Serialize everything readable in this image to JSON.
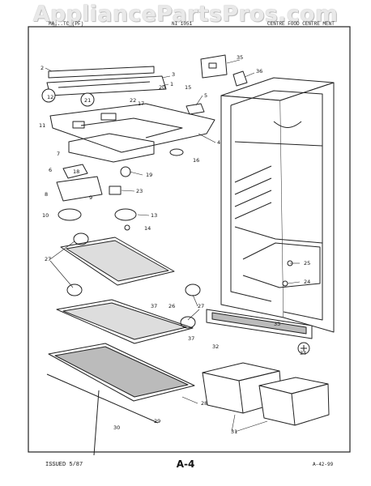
{
  "watermark": "AppliancePartsPros.com",
  "header": {
    "left": "MA...TC  (PF)",
    "center": "NI  1051",
    "right": "CENTRE  FOOD  CENTRE  MENT"
  },
  "footer": {
    "issued": "ISSUED 5/87",
    "page": "A-4",
    "code": "A-42-99"
  },
  "callouts": {
    "c1": "1",
    "c2": "2",
    "c3": "3",
    "c4": "4",
    "c5": "5",
    "c6": "6",
    "c7": "7",
    "c8": "8",
    "c9": "9",
    "c10": "10",
    "c11": "11",
    "c12": "12",
    "c13": "13",
    "c14": "14",
    "c15": "15",
    "c16": "16",
    "c17": "17",
    "c18": "18",
    "c19": "19",
    "c20": "20",
    "c21": "21",
    "c22": "22",
    "c23": "23",
    "c24": "24",
    "c25": "25",
    "c26": "26",
    "c27": "27",
    "c28": "28",
    "c29": "29",
    "c30": "30",
    "c31": "31",
    "c32": "32",
    "c33": "33",
    "c34": "34",
    "c35": "35",
    "c36": "36",
    "c37": "37"
  }
}
